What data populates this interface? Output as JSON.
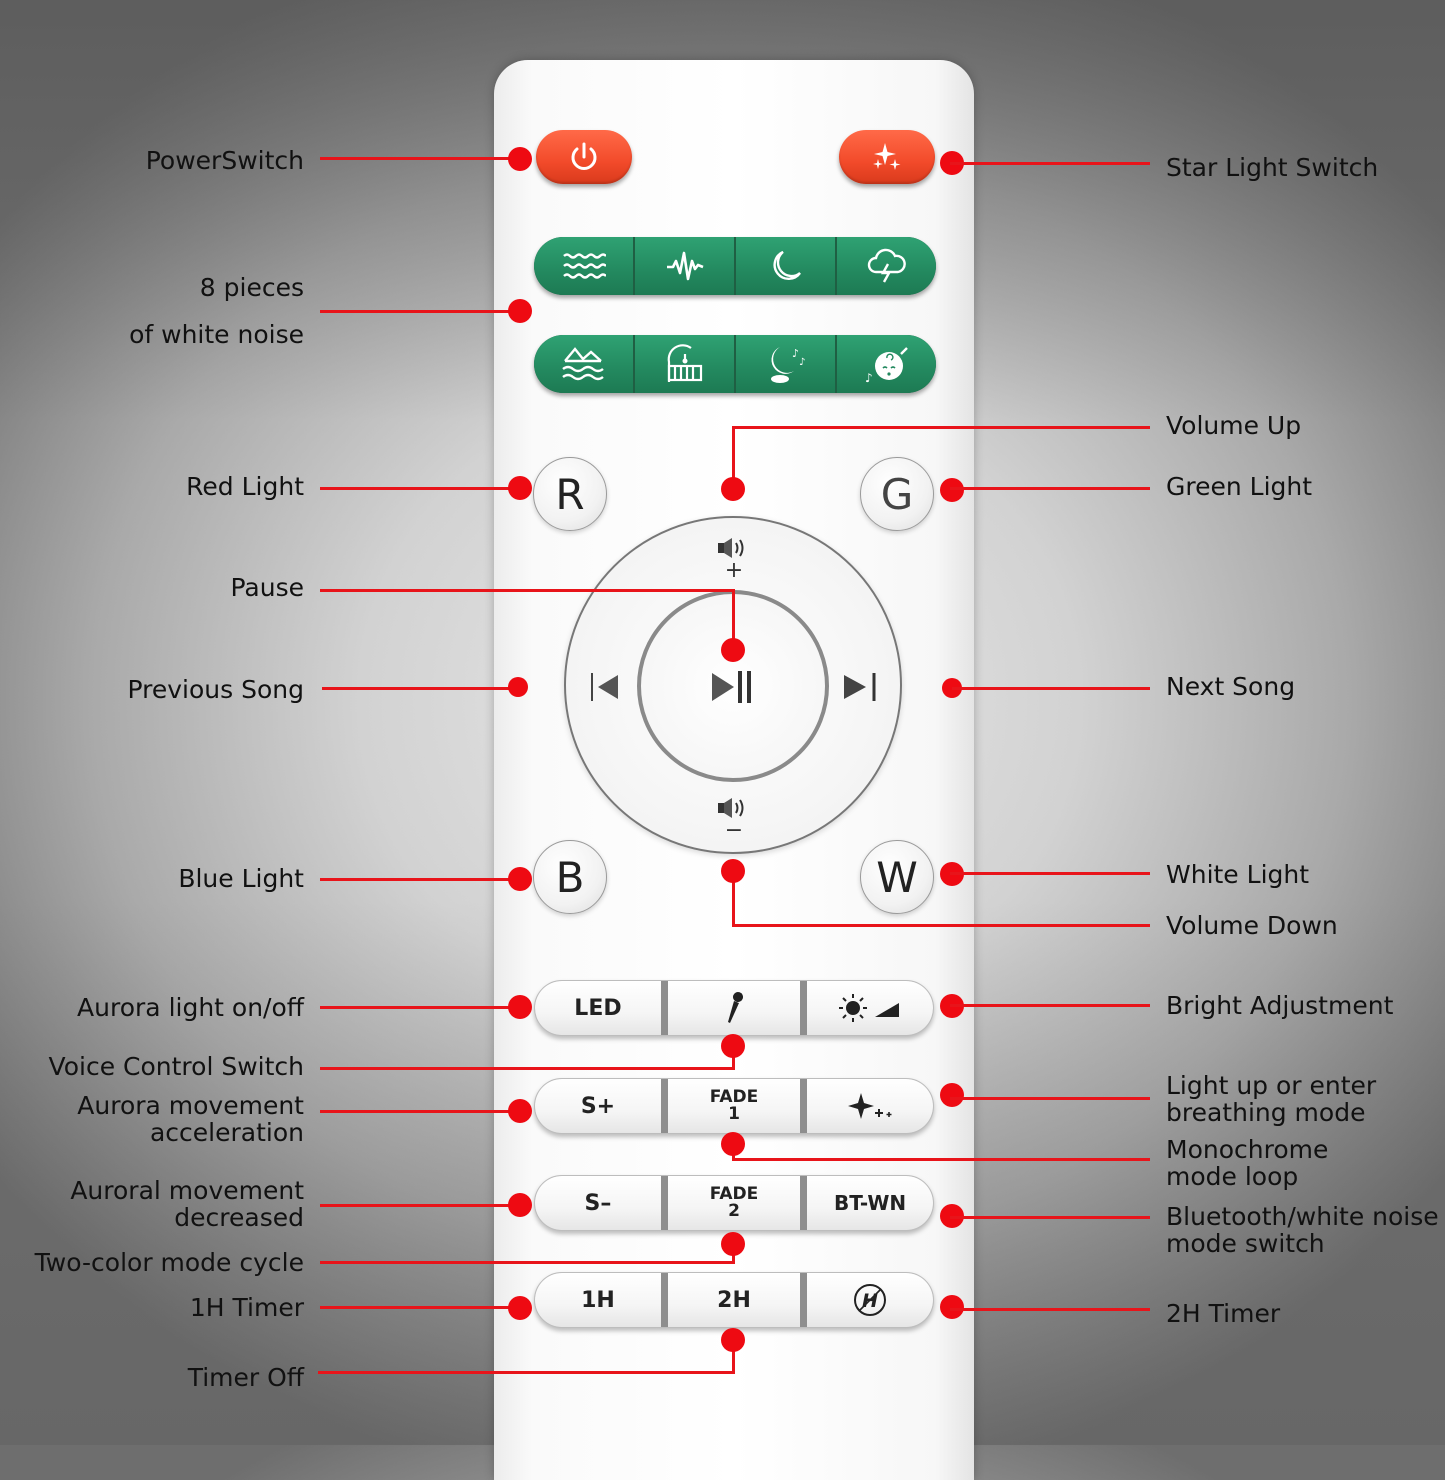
{
  "colors": {
    "callout_red": "#e8141a",
    "power_button": "#f24a2a",
    "noise_button_green": "#23895f",
    "remote_body": "#ffffff",
    "text": "#111111"
  },
  "remote": {
    "top_buttons": [
      {
        "name": "power",
        "icon": "power-icon"
      },
      {
        "name": "star-light",
        "icon": "sparkle-stars-icon"
      }
    ],
    "white_noise_row1": [
      {
        "icon": "waves-icon"
      },
      {
        "icon": "heartbeat-pulse-icon"
      },
      {
        "icon": "crescent-moon-icon"
      },
      {
        "icon": "thunderstorm-cloud-icon"
      }
    ],
    "white_noise_row2": [
      {
        "icon": "mountain-waves-icon"
      },
      {
        "icon": "crib-mobile-icon"
      },
      {
        "icon": "lullaby-moon-icon"
      },
      {
        "icon": "baby-face-icon"
      }
    ],
    "color_buttons": {
      "r": "R",
      "g": "G",
      "b": "B",
      "w": "W"
    },
    "dpad": {
      "vol_up_sign": "+",
      "vol_down_sign": "−",
      "prev": "previous-track-icon",
      "next": "next-track-icon",
      "center": "play-pause-icon"
    },
    "rows": {
      "row1": {
        "left": "LED",
        "mid_icon": "microphone-icon",
        "right_icon": "brightness-icon"
      },
      "row2": {
        "left": "S+",
        "mid_line1": "FADE",
        "mid_line2": "1",
        "right_icon": "sparkle-breathing-icon"
      },
      "row3": {
        "left": "S–",
        "mid_line1": "FADE",
        "mid_line2": "2",
        "right": "BT-WN"
      },
      "row4": {
        "left": "1H",
        "mid": "2H",
        "right_icon": "timer-off-icon",
        "right_glyph": "H"
      }
    }
  },
  "callouts": {
    "left": {
      "power": "PowerSwitch",
      "white_noise": "8 pieces\nof white noise",
      "red_light": "Red Light",
      "pause": "Pause",
      "previous_song": "Previous Song",
      "blue_light": "Blue Light",
      "aurora_onoff": "Aurora light on/off",
      "voice_control": "Voice Control Switch",
      "aurora_accel": "Aurora movement\nacceleration",
      "aurora_decrease": "Auroral movement\ndecreased",
      "two_color": "Two-color mode cycle",
      "timer_1h": "1H Timer",
      "timer_off": "Timer Off"
    },
    "right": {
      "star_light": "Star Light Switch",
      "volume_up": "Volume Up",
      "green_light": "Green Light",
      "next_song": "Next Song",
      "white_light": "White Light",
      "volume_down": "Volume Down",
      "bright_adjust": "Bright Adjustment",
      "breathing": "Light up or enter\nbreathing mode",
      "monochrome": "Monochrome\nmode loop",
      "bt_wn": "Bluetooth/white noise\nmode switch",
      "timer_2h": "2H Timer"
    }
  }
}
